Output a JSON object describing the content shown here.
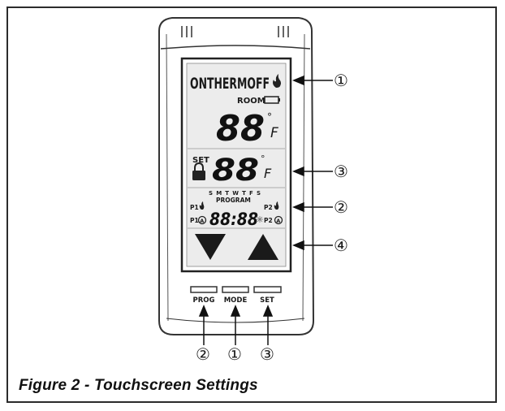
{
  "caption": "Figure 2 - Touchscreen Settings",
  "display": {
    "mode_text": "ONTHERMOFF",
    "room_label": "ROOM",
    "room_temp": "88",
    "temp_unit_c": "°",
    "temp_unit_f": "F",
    "set_label": "SET",
    "set_temp": "88",
    "days": "S M T W T F S",
    "program_label": "PROGRAM",
    "p1_label": "P1",
    "p2_label": "P2",
    "clock": "88:88"
  },
  "buttons": {
    "prog": "PROG",
    "mode": "MODE",
    "set": "SET"
  },
  "callouts": {
    "mode_line": "①",
    "set_line": "③",
    "program_line": "②",
    "arrows_line": "④",
    "prog_button": "②",
    "mode_button": "①",
    "set_button": "③"
  },
  "icons": [
    "flame-icon",
    "battery-icon",
    "lock-icon",
    "down-arrow-icon",
    "up-arrow-icon"
  ]
}
